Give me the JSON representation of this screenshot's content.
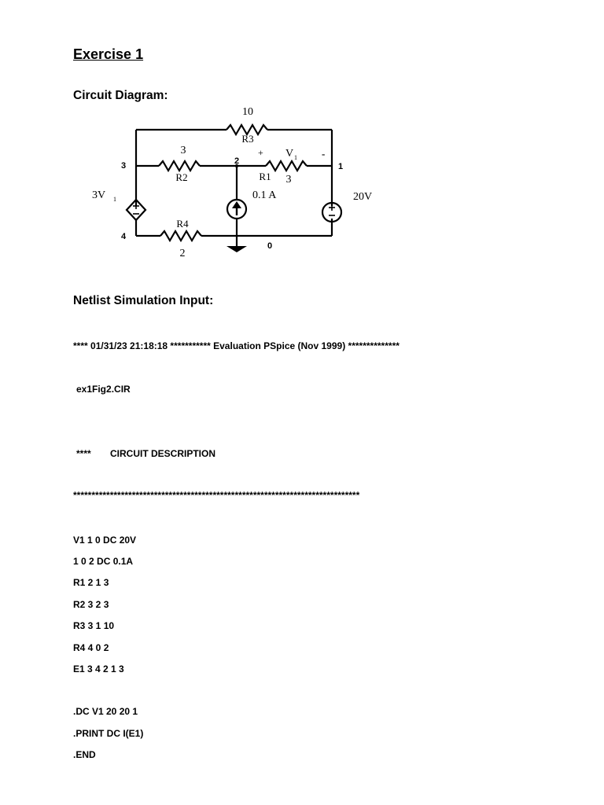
{
  "title": "Exercise 1",
  "sections": {
    "circuit_heading": "Circuit Diagram:",
    "netlist_heading": "Netlist Simulation Input:"
  },
  "circuit": {
    "r3_value": "10",
    "r3_name": "R3",
    "r2_value": "3",
    "r2_name": "R2",
    "r1_value": "3",
    "r1_name": "R1",
    "r4_name": "R4",
    "r4_value": "2",
    "v1_plus": "+",
    "v1_label": "V",
    "v1_sub": "1",
    "v1_minus": "-",
    "dep_source_label": "3V",
    "dep_source_sub": "1",
    "current_source_label": "0.1 A",
    "voltage_source_label": "20V",
    "node_3": "3",
    "node_2": "2",
    "node_1": "1",
    "node_4": "4",
    "node_0": "0"
  },
  "netlist": {
    "header_line": "**** 01/31/23 21:18:18 *********** Evaluation PSpice (Nov 1999) **************",
    "filename": "ex1Fig2.CIR",
    "desc_stars": "****",
    "desc_text": "CIRCUIT DESCRIPTION",
    "divider": "******************************************************************************",
    "lines": [
      "V1 1 0 DC 20V",
      "1 0 2 DC 0.1A",
      "R1 2 1 3",
      "R2 3 2 3",
      "R3 3 1 10",
      "R4 4 0 2",
      "E1 3 4 2 1 3"
    ],
    "commands": [
      ".DC V1 20 20 1",
      ".PRINT DC I(E1)",
      ".END"
    ]
  }
}
